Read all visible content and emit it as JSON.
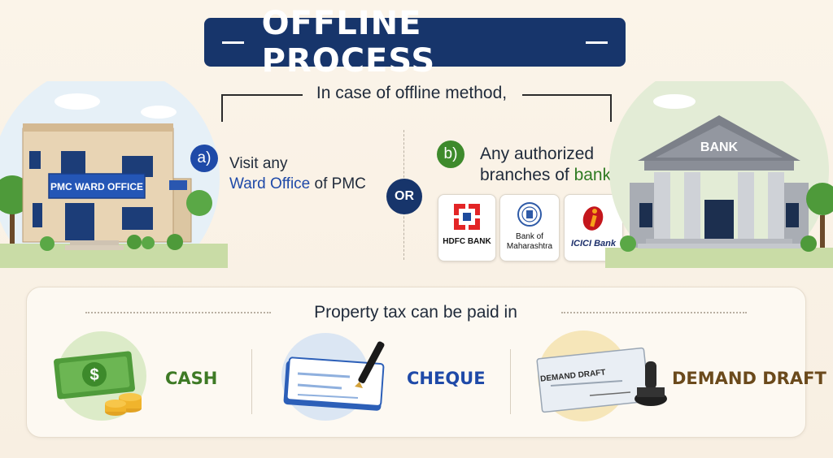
{
  "title": "OFFLINE PROCESS",
  "intro": "In case of offline method,",
  "option_a": {
    "badge": "a)",
    "line1": "Visit any",
    "highlight": "Ward Office",
    "line2_rest": " of PMC",
    "building_sign": "PMC WARD OFFICE"
  },
  "or_label": "OR",
  "option_b": {
    "badge": "b)",
    "line1": "Any authorized",
    "line2_start": "branches of ",
    "highlight": "banks",
    "building_sign": "BANK"
  },
  "banks": {
    "hdfc": "HDFC BANK",
    "bom_line1": "Bank of",
    "bom_line2": "Maharashtra",
    "icici": "ICICI Bank"
  },
  "payment": {
    "heading": "Property tax can be paid in",
    "cash": "CASH",
    "cheque": "CHEQUE",
    "dd": "DEMAND DRAFT",
    "dd_doc_text": "DEMAND DRAFT",
    "cash_symbol": "$"
  },
  "colors": {
    "navy": "#17356b",
    "blue": "#1f4aa8",
    "green": "#3e8a2c",
    "brown": "#6b4a1c"
  }
}
